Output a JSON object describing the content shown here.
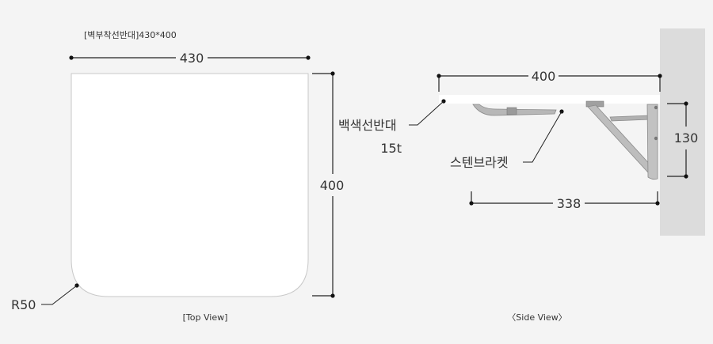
{
  "top_view": {
    "spec_label": "[벽부착선반대]430*400",
    "width_label": "430",
    "height_label": "400",
    "radius_label": "R50",
    "caption": "[Top View]"
  },
  "side_view": {
    "width_label": "400",
    "shelf_label": "백색선반대",
    "thickness_label": "15t",
    "bracket_label": "스텐브라켓",
    "height_label": "130",
    "depth_label": "338",
    "caption": "〈Side View〉"
  },
  "colors": {
    "background": "#f4f4f4",
    "shelf": "#ffffff",
    "wall": "#dcdcdc",
    "bracket": "#a8a8a8"
  }
}
